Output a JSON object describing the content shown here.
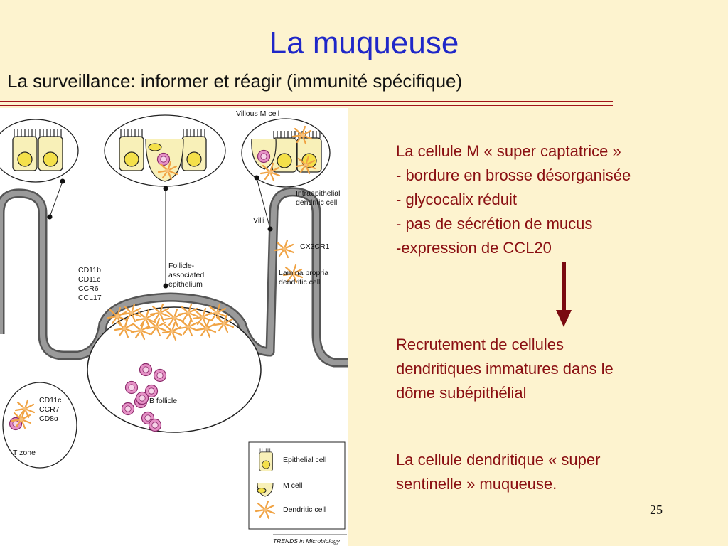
{
  "slide": {
    "title": "La muqueuse",
    "subtitle": "La surveillance: informer et réagir (immunité spécifique)",
    "page_number": "25",
    "accent_color": "#8a0f12",
    "title_color": "#1f27c8"
  },
  "figure": {
    "labels": {
      "villous_m_cell": "Villous M cell",
      "intraepithelial_dc_1": "Intraepithelial",
      "intraepithelial_dc_2": "dendritic cell",
      "villi": "Villi",
      "cx3cr1": "CX3CR1",
      "lamina_propria_1": "Lamina propria",
      "lamina_propria_2": "dendritic cell",
      "fae_1": "Follicle-",
      "fae_2": "associated",
      "fae_3": "epithelium",
      "cd11b": "CD11b",
      "cd11c_a": "CD11c",
      "ccr6": "CCR6",
      "ccl17": "CCL17",
      "b_follicle": "B follicle",
      "cd11c_b": "CD11c",
      "ccr7": "CCR7",
      "cd8a": "CD8α",
      "t_zone": "T zone",
      "credit": "TRENDS in Microbiology"
    },
    "legend": {
      "epithelial": "Epithelial cell",
      "m_cell": "M cell",
      "dendritic": "Dendritic cell"
    }
  },
  "panel": {
    "m_cell_lines": [
      "La cellule M « super captatrice »",
      "- bordure en brosse désorganisée",
      "- glycocalix réduit",
      "- pas de sécrétion de mucus",
      "-expression de CCL20"
    ],
    "recruit_lines": [
      "Recrutement de cellules",
      "dendritiques immatures  dans le",
      "dôme subépithélial"
    ],
    "sentinel_lines": [
      "La cellule dendritique « super",
      "sentinelle » muqueuse."
    ]
  }
}
